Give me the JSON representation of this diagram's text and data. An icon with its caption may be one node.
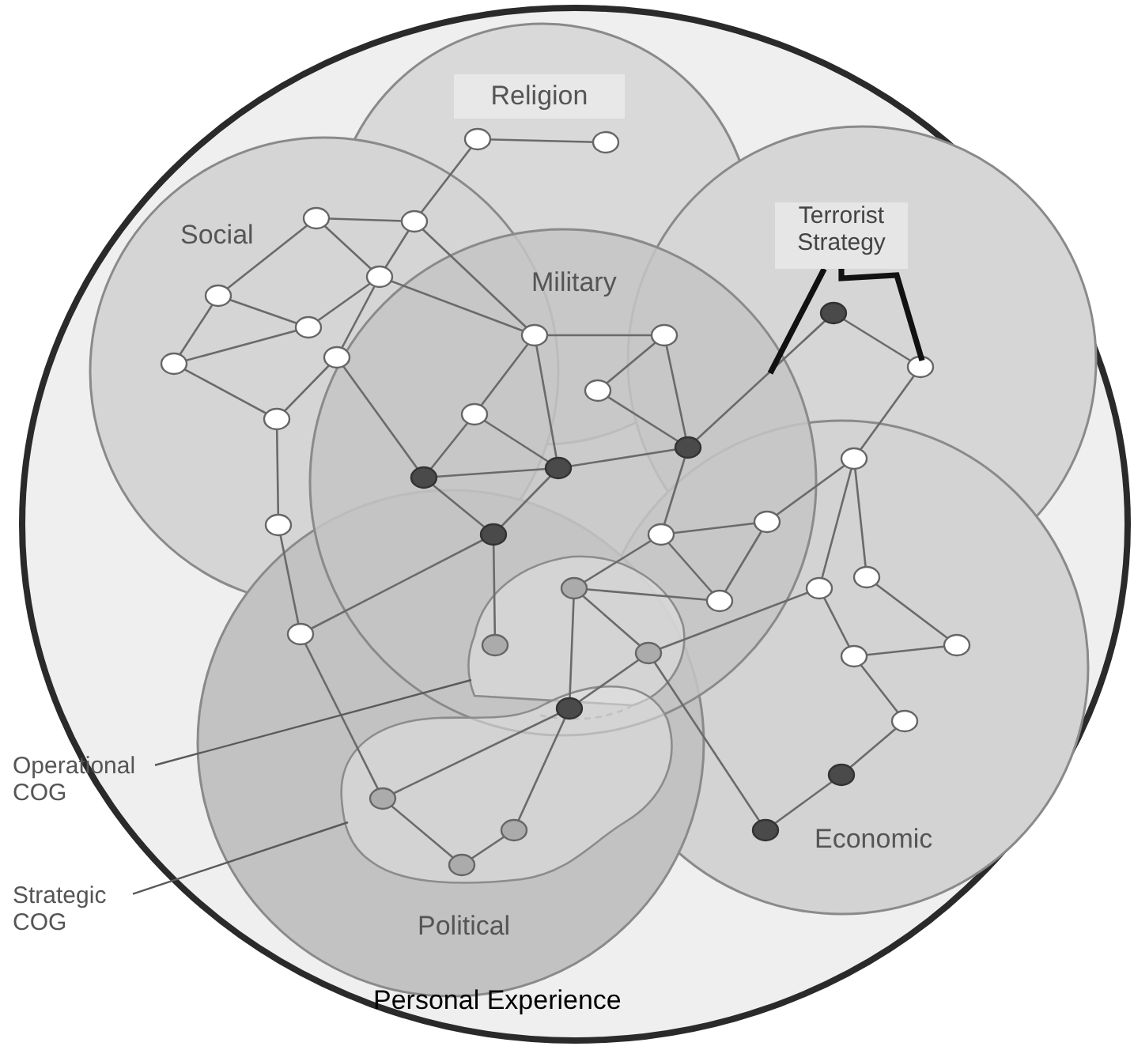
{
  "diagram": {
    "nodes": [
      {
        "text": [
          "Religion"
        ]
      },
      {
        "text": [
          "Social"
        ]
      },
      {
        "text": [
          "Military"
        ]
      },
      {
        "text": [
          "Terrorist Strategy"
        ]
      },
      {
        "text": [
          "Operational COG"
        ]
      },
      {
        "text": [
          "Strategic COG"
        ]
      },
      {
        "text": [
          "Economic"
        ]
      },
      {
        "text": [
          "Political"
        ]
      },
      {
        "text": [
          "Personal Experience"
        ]
      }
    ],
    "edges": [
      {
        "from": 4,
        "to": null,
        "arrow": "none"
      },
      {
        "from": 5,
        "to": null,
        "arrow": "none"
      },
      {
        "from": 3,
        "to": null,
        "arrow": "none",
        "style": "thick",
        "color": "#111111"
      },
      {
        "from": 3,
        "to": null,
        "arrow": "none",
        "style": "thick",
        "color": "#111111"
      }
    ]
  }
}
